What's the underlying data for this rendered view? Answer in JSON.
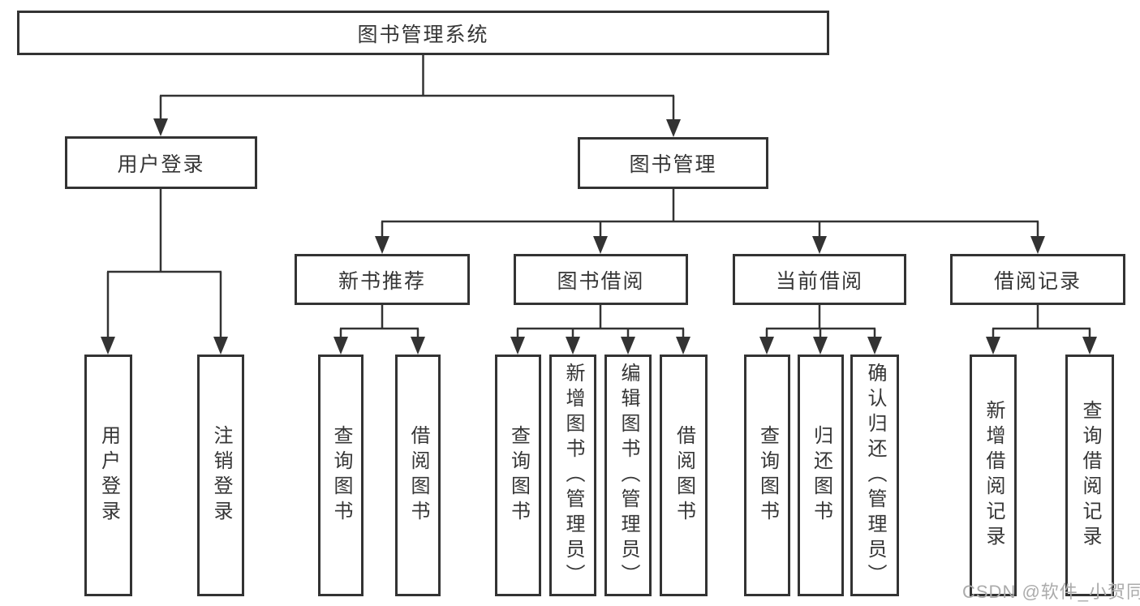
{
  "diagram": {
    "title_node": "图书管理系统",
    "user_login": {
      "label": "用户登录",
      "children": [
        "用户登录",
        "注销登录"
      ]
    },
    "book_mgmt": {
      "label": "图书管理",
      "sections": [
        {
          "label": "新书推荐",
          "children": [
            "查询图书",
            "借阅图书"
          ]
        },
        {
          "label": "图书借阅",
          "children": [
            "查询图书",
            "新增图书（管理员）",
            "编辑图书（管理员）",
            "借阅图书"
          ]
        },
        {
          "label": "当前借阅",
          "children": [
            "查询图书",
            "归还图书",
            "确认归还（管理员）"
          ]
        },
        {
          "label": "借阅记录",
          "children": [
            "新增借阅记录",
            "查询借阅记录"
          ]
        }
      ]
    },
    "colors": {
      "line": "#333333",
      "box_border": "#333333",
      "text": "#363636",
      "watermark": "#ababab",
      "background": "#ffffff"
    }
  },
  "watermark": "CSDN @软件_小贺同学"
}
